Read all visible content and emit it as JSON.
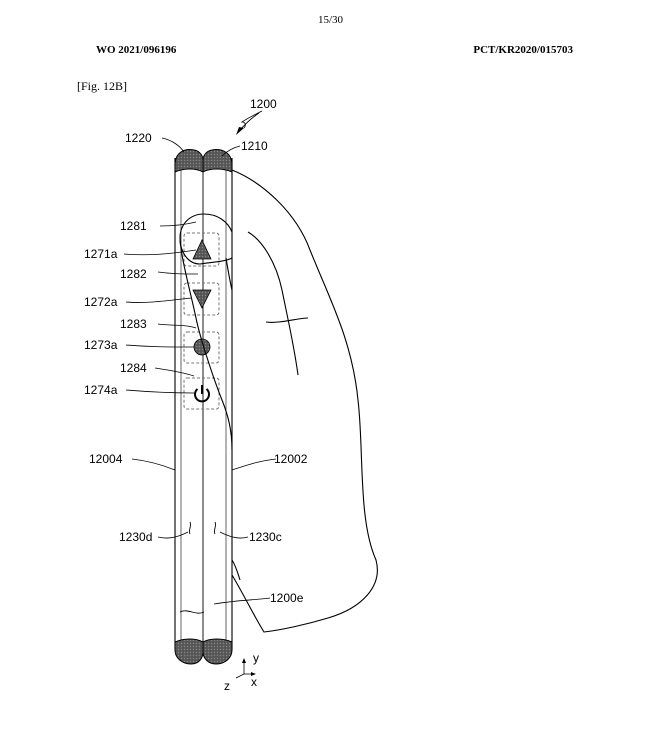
{
  "header": {
    "page_number": "15/30",
    "publication_number": "WO 2021/096196",
    "application_number": "PCT/KR2020/015703"
  },
  "figure": {
    "label": "[Fig. 12B]"
  },
  "callouts": {
    "c1200": "1200",
    "c1220": "1220",
    "c1210": "1210",
    "c1281": "1281",
    "c1271a": "1271a",
    "c1282": "1282",
    "c1272a": "1272a",
    "c1283": "1283",
    "c1273a": "1273a",
    "c1284": "1284",
    "c1274a": "1274a",
    "c12004": "12004",
    "c12002": "12002",
    "c1230d": "1230d",
    "c1230c": "1230c",
    "c1200e": "1200e"
  },
  "axes": {
    "y": "y",
    "x": "x",
    "z": "z"
  },
  "colors": {
    "line": "#000000",
    "fill_dark": "#444444",
    "fill_mid": "#666666",
    "button_border": "#777777"
  }
}
